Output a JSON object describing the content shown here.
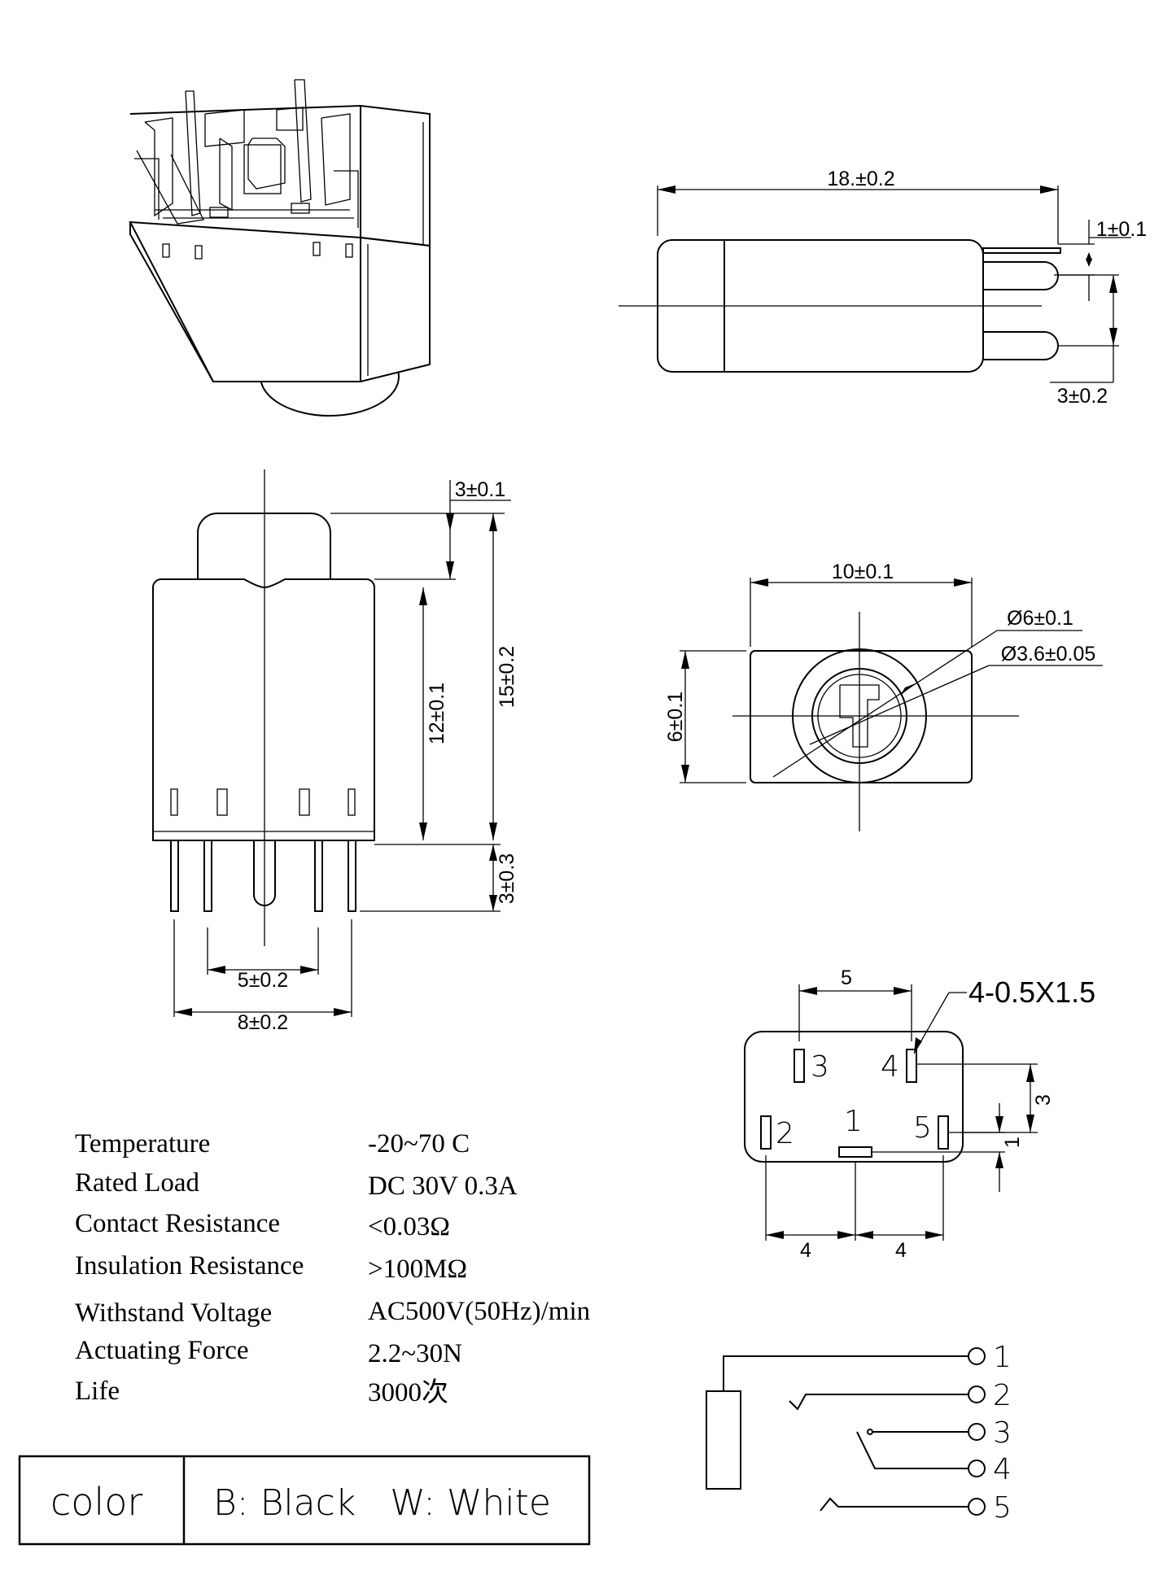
{
  "dimensions": {
    "side_length": "18.±0.2",
    "side_pin_width": "1±0.1",
    "side_pin_pitch": "3±0.2",
    "front_cap": "3±0.1",
    "front_body": "12±0.1",
    "front_total": "15±0.2",
    "front_pins": "3±0.3",
    "front_inner_pitch": "5±0.2",
    "front_outer_pitch": "8±0.2",
    "end_width": "10±0.1",
    "end_height": "6±0.1",
    "end_dia_outer": "Ø6±0.1",
    "end_dia_inner": "Ø3.6±0.05",
    "pcb_top": "5",
    "pcb_pads": "4-0.5X1.5",
    "pcb_row": "3",
    "pcb_offset": "1",
    "pcb_left": "4",
    "pcb_right": "4"
  },
  "pins": [
    "1",
    "2",
    "3",
    "4",
    "5"
  ],
  "specs": [
    {
      "label": "Temperature",
      "value": "-20~70 C"
    },
    {
      "label": "Rated Load",
      "value": "DC 30V 0.3A"
    },
    {
      "label": "Contact Resistance",
      "value": "<0.03Ω"
    },
    {
      "label": "Insulation Resistance",
      "value": ">100MΩ"
    },
    {
      "label": "Withstand Voltage",
      "value": "AC500V(50Hz)/min"
    },
    {
      "label": "Actuating Force",
      "value": "2.2~30N"
    },
    {
      "label": "Life",
      "value": "3000次"
    }
  ],
  "color_box": {
    "label": "color",
    "value": "B: Black   W: White"
  }
}
